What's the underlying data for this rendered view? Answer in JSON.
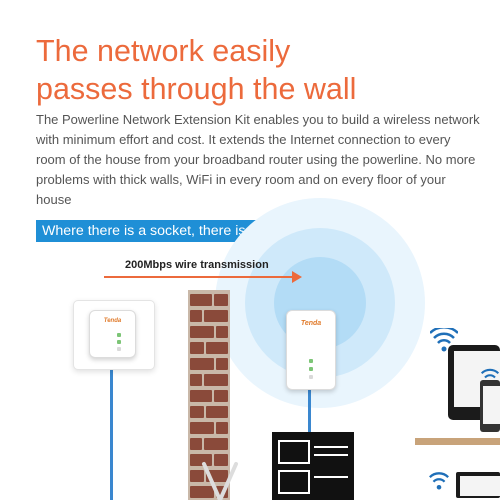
{
  "headline": {
    "line1": "The network easily",
    "line2": "passes through the wall"
  },
  "description": "The Powerline Network Extension Kit enables you to build a wireless network with minimum effort and cost. It extends the Internet connection to every room of the house from your broadband router using the powerline. No more problems with thick walls, WiFi in every room and on every floor of your house",
  "banner": "Where there is a socket, there is a network",
  "transmission_label": "200Mbps wire transmission",
  "adapter_brand": "Tenda",
  "colors": {
    "headline": "#ec6a3c",
    "banner_bg": "#1f8fd6",
    "cable": "#3a87cf",
    "wifi_waves": "#b3dcf6"
  }
}
